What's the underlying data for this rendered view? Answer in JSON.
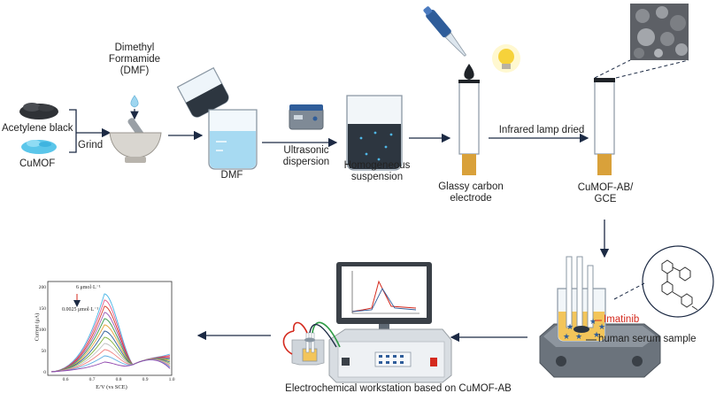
{
  "labels": {
    "dmf_reagent": "Dimethyl\nFormamide\n(DMF)",
    "acetylene_black": "Acetylene black",
    "cumof": "CuMOF",
    "grind": "Grind",
    "dmf": "DMF",
    "ultrasonic": "Ultrasonic\ndispersion",
    "homogeneous": "Homogeneous\nsuspension",
    "glassy_carbon": "Glassy carbon\nelectrode",
    "infrared": "Infrared lamp dried",
    "cumof_ab_gce": "CuMOF-AB/\nGCE",
    "imatinib": "Imatinib",
    "serum": "human serum sample",
    "workstation": "Electrochemical workstation based on CuMOF-AB"
  },
  "inset_chart": {
    "top_label": "6 μmol·L⁻¹",
    "bottom_label": "0.0025 μmol·L⁻¹",
    "ylabel": "Current (μA)",
    "xlabel": "E/V (vs SCE)",
    "xticks": [
      "0.6",
      "0.7",
      "0.8",
      "0.9",
      "1.0"
    ],
    "yticks": [
      "0",
      "50",
      "100",
      "150",
      "200"
    ]
  },
  "colors": {
    "arrow": "#1c2a44",
    "liquid_blue": "#a7daf2",
    "liquid_dark": "#2d3640",
    "brass": "#d9a13a",
    "imatinib_red": "#d42a1e"
  }
}
